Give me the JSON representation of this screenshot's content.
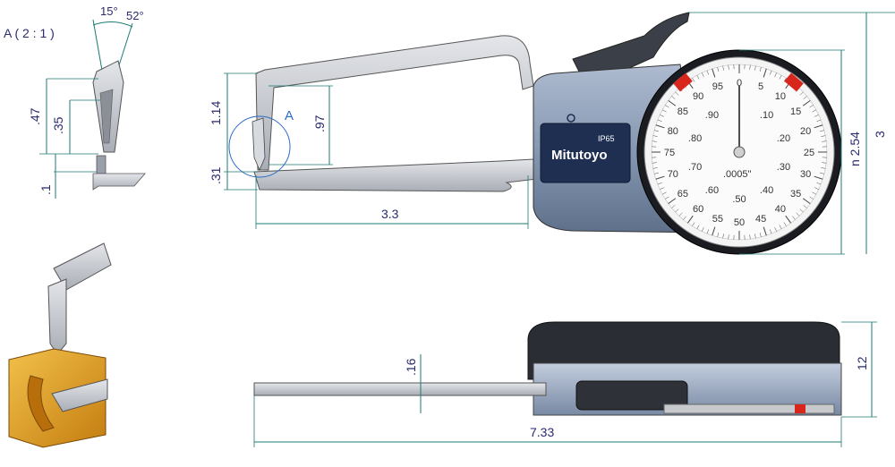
{
  "detail": {
    "label": "A ( 2 : 1 )",
    "angle1": "15°",
    "angle2": "52°"
  },
  "dims": {
    "d047": ".47",
    "d035": ".35",
    "d01": ".1",
    "d114": "1.14",
    "d031": ".31",
    "d097": ".97",
    "d33": "3.3",
    "d254": "n 2.54",
    "d3": "3",
    "d016": ".16",
    "d12": "12",
    "d733": "7.33",
    "callout": "A"
  },
  "gauge": {
    "brand": "Mitutoyo",
    "ip": "IP65",
    "resolution": ".0005\"",
    "outer_scale": [
      "0",
      "5",
      "10",
      "15",
      "20",
      "25",
      "30",
      "35",
      "40",
      "45",
      "50",
      "55",
      "60",
      "65",
      "70",
      "75",
      "80",
      "85",
      "90",
      "95"
    ],
    "inner_scale": [
      ".10",
      ".20",
      ".30",
      ".40",
      ".50",
      ".60",
      ".70",
      ".80",
      ".90"
    ]
  },
  "colors": {
    "body": "#8fa2bb",
    "body_dark": "#2e3f5c",
    "arm": "#c9ccd2",
    "dim_line": "#1c7a74",
    "dim_text": "#2a2a6e",
    "red_clip": "#d9261c",
    "workpiece": "#e5a11c"
  }
}
